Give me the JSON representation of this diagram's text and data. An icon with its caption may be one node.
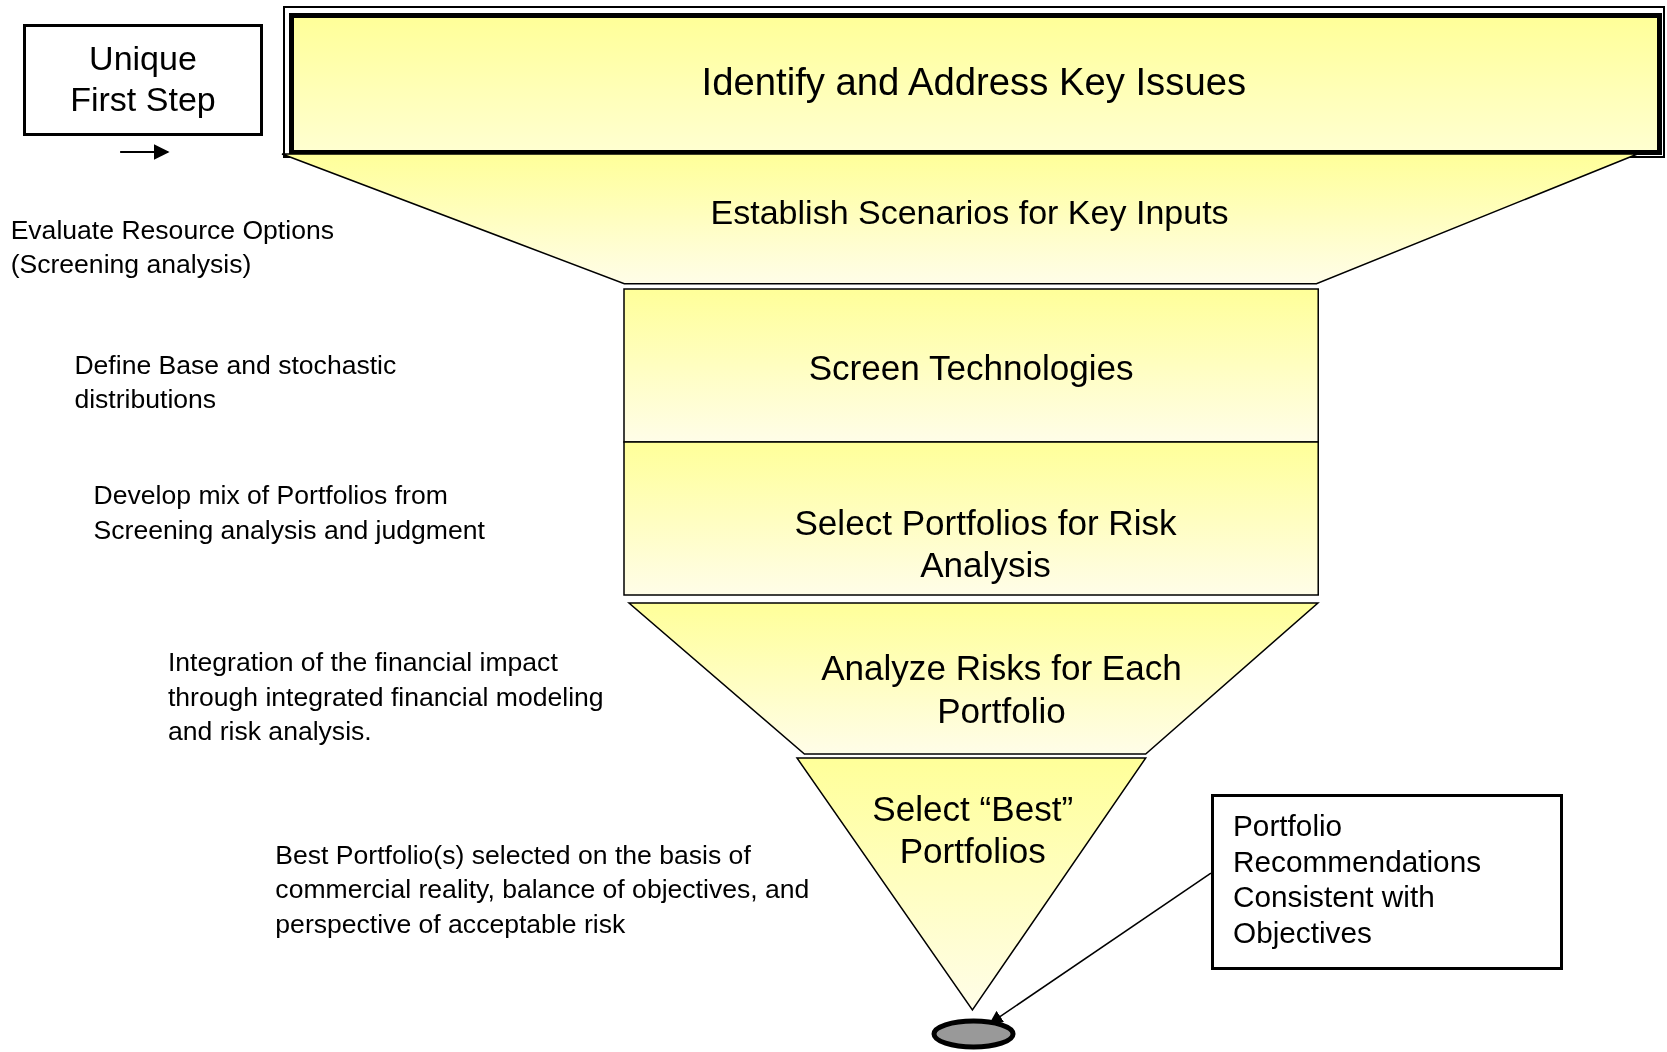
{
  "diagram": {
    "nodes": [
      {
        "text": [
          "Unique First Step"
        ]
      },
      {
        "text": [
          "Identify and Address Key Issues"
        ]
      },
      {
        "text": [
          "Establish Scenarios for Key Inputs"
        ]
      },
      {
        "text": [
          "Screen Technologies"
        ]
      },
      {
        "text": [
          "Select Portfolios for Risk Analysis"
        ]
      },
      {
        "text": [
          "Analyze Risks for Each Portfolio"
        ]
      },
      {
        "text": [
          "Select “Best” Portfolios"
        ]
      },
      {
        "text": [
          "Portfolio Recommendations Consistent with Objectives"
        ]
      },
      {
        "text": [],
        "shape": "ellipse"
      }
    ],
    "edges": [
      {
        "from": 7,
        "to": 8,
        "arrow": "to"
      }
    ],
    "labels": [
      "Evaluate Resource Options (Screening analysis)",
      "Define Base and stochastic distributions",
      "Develop mix of Portfolios from Screening analysis and judgment",
      "Integration of the financial impact through integrated financial modeling and risk analysis.",
      "Best Portfolio(s) selected on the basis of commercial reality, balance of objectives, and perspective of acceptable risk"
    ]
  }
}
